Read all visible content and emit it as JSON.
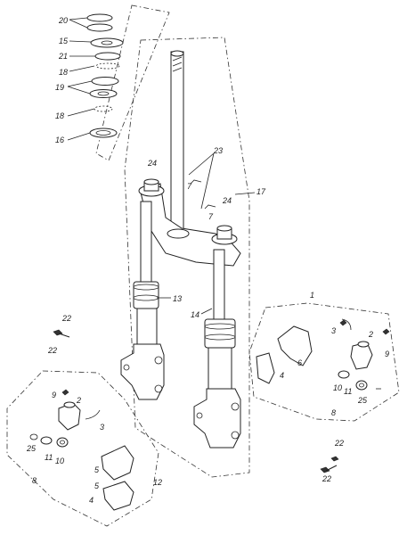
{
  "callouts": {
    "c1": "1",
    "c2a": "2",
    "c2b": "2",
    "c3a": "3",
    "c3b": "3",
    "c4a": "4",
    "c4b": "4",
    "c5a": "5",
    "c5b": "5",
    "c6": "6",
    "c7a": "7",
    "c7b": "7",
    "c8a": "8",
    "c8b": "8",
    "c9a": "9",
    "c9b": "9",
    "c10a": "10",
    "c10b": "10",
    "c11a": "11",
    "c11b": "11",
    "c12": "12",
    "c13": "13",
    "c14": "14",
    "c15": "15",
    "c16": "16",
    "c17": "17",
    "c18a": "18",
    "c18b": "18",
    "c19": "19",
    "c20": "20",
    "c21": "21",
    "c22a": "22",
    "c22b": "22",
    "c22c": "22",
    "c22d": "22",
    "c23": "23",
    "c24a": "24",
    "c24b": "24",
    "c25a": "25",
    "c25b": "25"
  }
}
